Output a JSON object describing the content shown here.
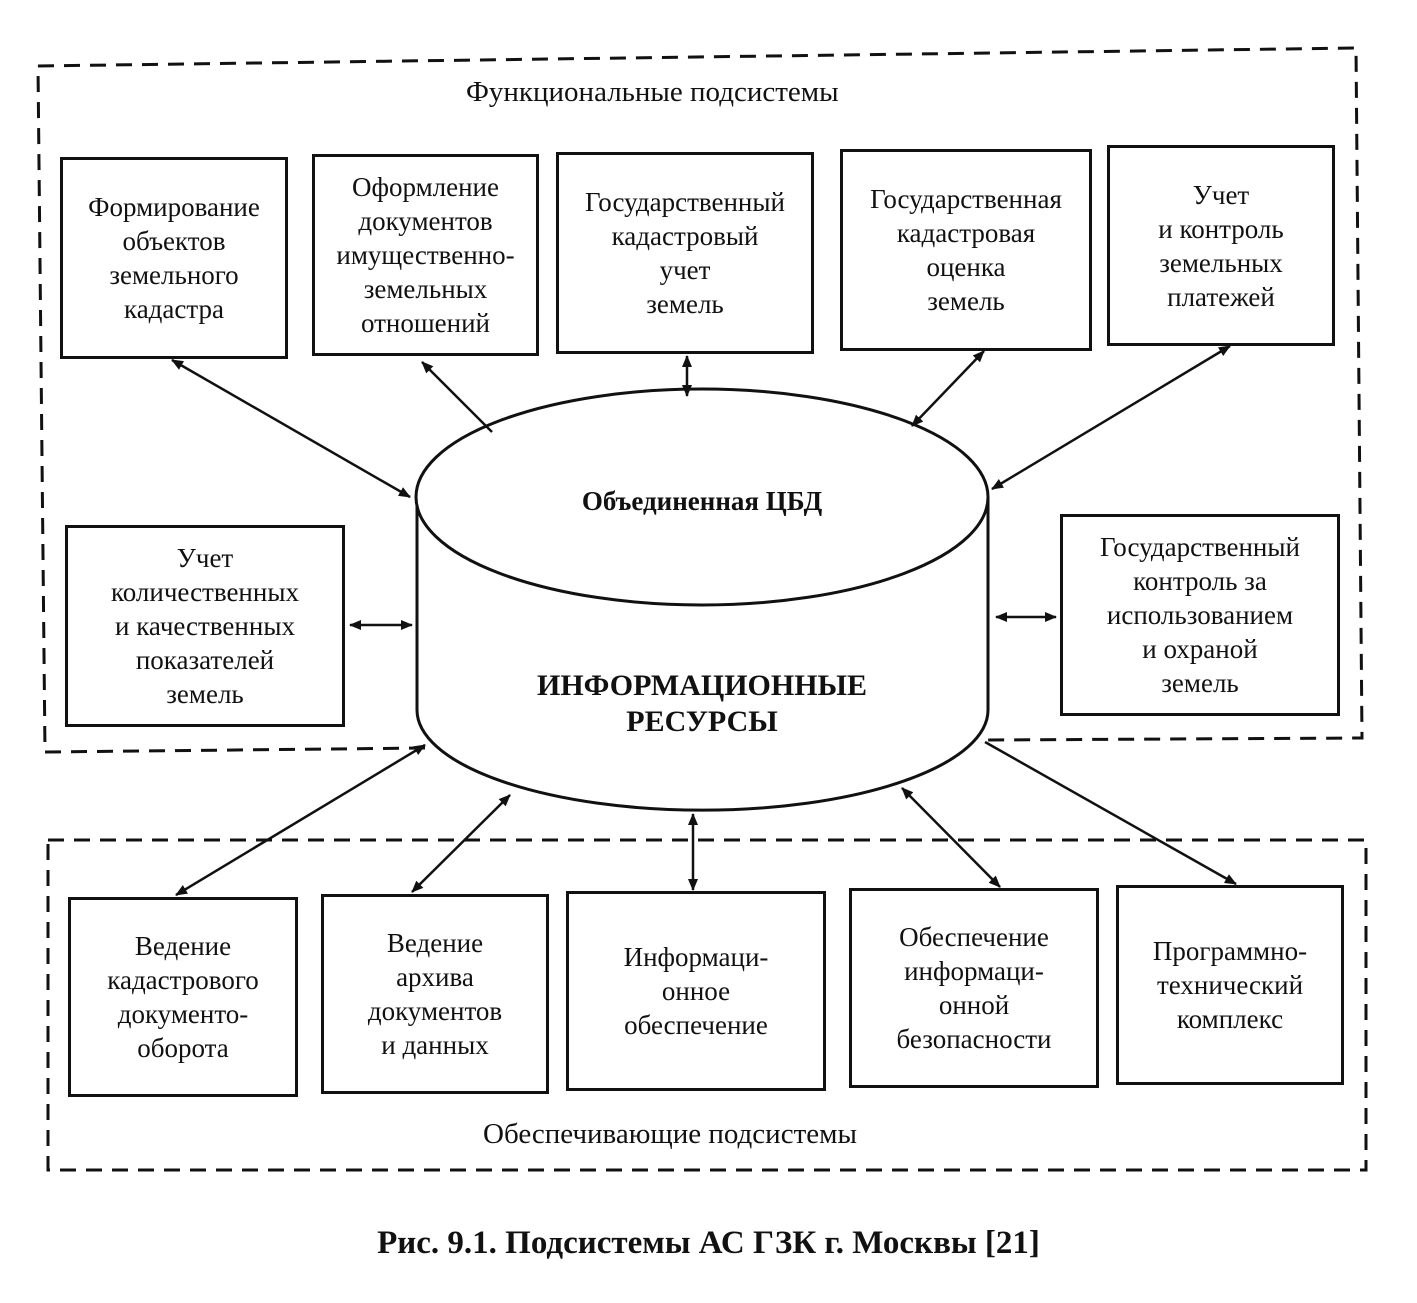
{
  "functional_group": {
    "title": "Функциональные подсистемы",
    "boxes": [
      {
        "id": "func-formation",
        "lines": [
          "Формирование",
          "объектов",
          "земельного",
          "кадастра"
        ]
      },
      {
        "id": "func-documents",
        "lines": [
          "Оформление",
          "документов",
          "имущественно-",
          "земельных",
          "отношений"
        ]
      },
      {
        "id": "func-state-registry",
        "lines": [
          "Государственный",
          "кадастровый",
          "учет",
          "земель"
        ]
      },
      {
        "id": "func-state-valuation",
        "lines": [
          "Государственная",
          "кадастровая",
          "оценка",
          "земель"
        ]
      },
      {
        "id": "func-payments",
        "lines": [
          "Учет",
          "и контроль",
          "земельных",
          "платежей"
        ]
      },
      {
        "id": "func-indicators",
        "lines": [
          "Учет",
          "количественных",
          "и качественных",
          "показателей",
          "земель"
        ]
      },
      {
        "id": "func-state-control",
        "lines": [
          "Государственный",
          "контроль за",
          "использованием",
          "и охраной",
          "земель"
        ]
      }
    ]
  },
  "database": {
    "top_label": "Объединенная ЦБД",
    "main_label_lines": [
      "ИНФОРМАЦИОННЫЕ",
      "РЕСУРСЫ"
    ]
  },
  "support_group": {
    "title": "Обеспечивающие подсистемы",
    "boxes": [
      {
        "id": "sup-doc-flow",
        "lines": [
          "Ведение",
          "кадастрового",
          "документо-",
          "оборота"
        ]
      },
      {
        "id": "sup-archive",
        "lines": [
          "Ведение",
          "архива",
          "документов",
          "и данных"
        ]
      },
      {
        "id": "sup-info",
        "lines": [
          "Информаци-",
          "онное",
          "обеспечение"
        ]
      },
      {
        "id": "sup-security",
        "lines": [
          "Обеспечение",
          "информаци-",
          "онной",
          "безопасности"
        ]
      },
      {
        "id": "sup-hardware",
        "lines": [
          "Программно-",
          "технический",
          "комплекс"
        ]
      }
    ]
  },
  "caption": "Рис. 9.1. Подсистемы АС ГЗК г. Москвы [21]"
}
